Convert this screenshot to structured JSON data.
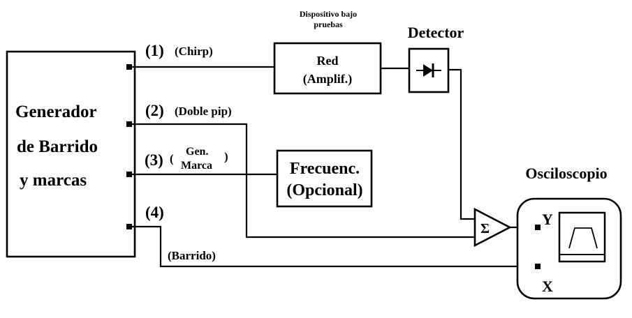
{
  "generator": {
    "line1": "Generador",
    "line2": "de Barrido",
    "line3": "y marcas"
  },
  "ports": [
    {
      "num": "(1)",
      "label": "(Chirp)"
    },
    {
      "num": "(2)",
      "label": "(Doble pip)"
    },
    {
      "num": "(3)",
      "label_open": "(",
      "label_l1": "Gen.",
      "label_l2": "Marca",
      "label_close": ")"
    },
    {
      "num": "(4)",
      "label": "(Barrido)"
    }
  ],
  "dut": {
    "caption_l1": "Dispositivo bajo",
    "caption_l2": "pruebas",
    "line1": "Red",
    "line2": "(Amplif.)"
  },
  "detector": {
    "title": "Detector"
  },
  "freq": {
    "line1": "Frecuenc.",
    "line2": "(Opcional)"
  },
  "summer": {
    "symbol": "Σ"
  },
  "scope": {
    "title": "Osciloscopio",
    "y_label": "Y",
    "x_label": "X"
  }
}
